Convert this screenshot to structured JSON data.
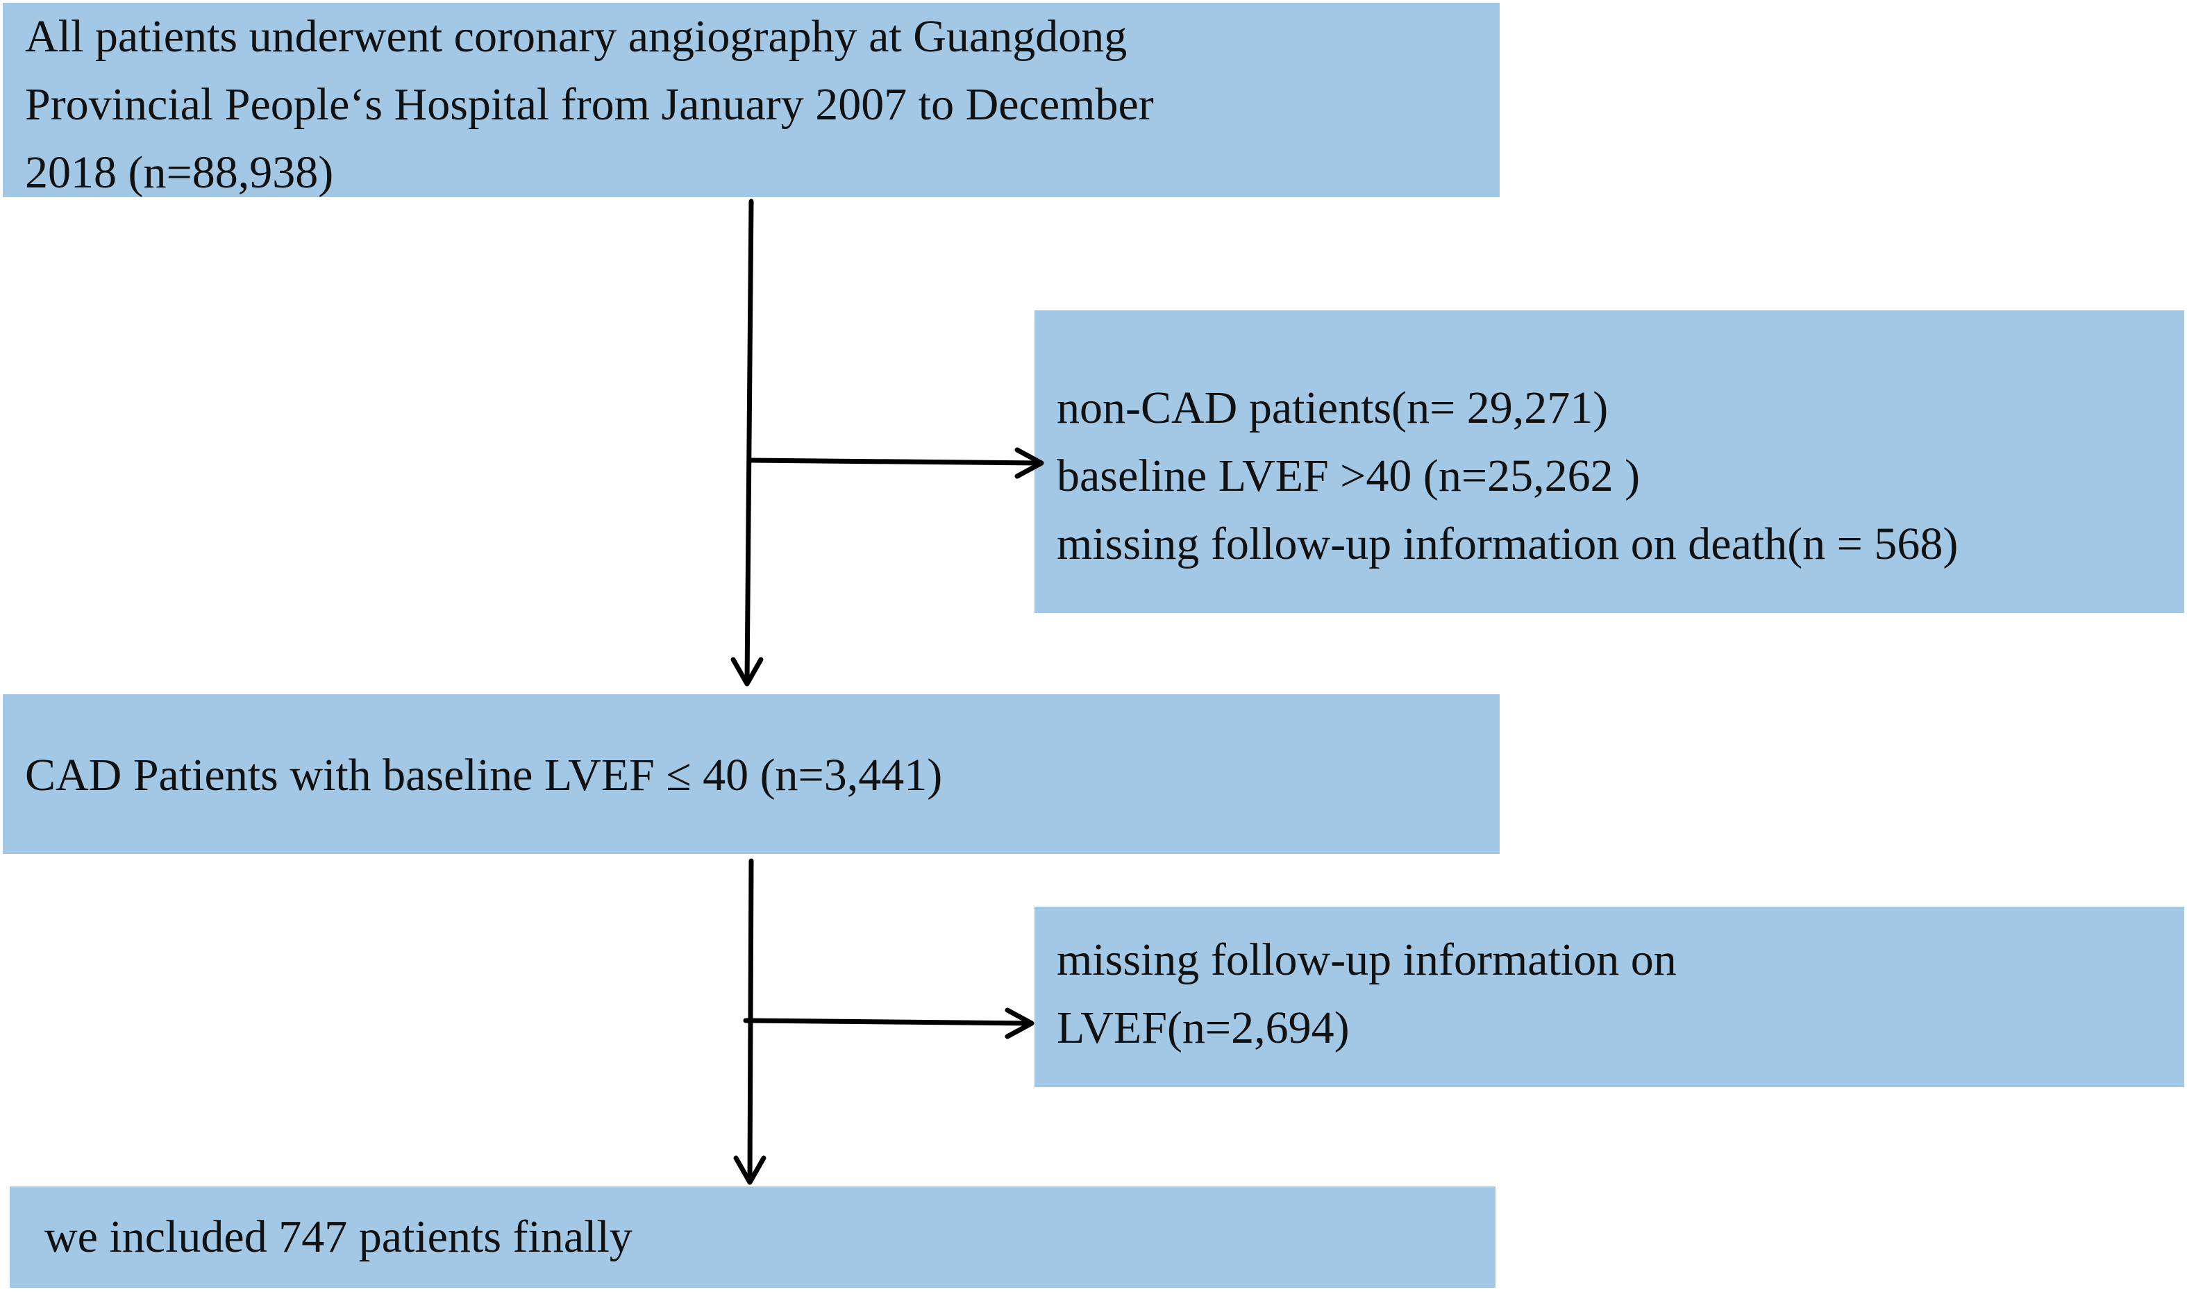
{
  "boxes": {
    "start": {
      "lines": [
        "All patients underwent coronary angiography  at Guangdong",
        "Provincial People‘s Hospital from January 2007 to December",
        "2018 (n=88,938)"
      ]
    },
    "exclusion_1": {
      "lines": [
        "non-CAD patients(n= 29,271)",
        "baseline LVEF >40 (n=25,262 )",
        "missing follow-up information on death(n = 568)"
      ]
    },
    "cad": {
      "lines": [
        "CAD Patients with baseline LVEF ≤ 40 (n=3,441)"
      ]
    },
    "exclusion_2": {
      "lines": [
        "missing follow-up information on",
        "LVEF(n=2,694)"
      ]
    },
    "final": {
      "lines": [
        "we included 747 patients finally"
      ]
    }
  },
  "colors": {
    "box_fill": "#a3c8e6",
    "text": "#111111",
    "arrow": "#000000"
  }
}
